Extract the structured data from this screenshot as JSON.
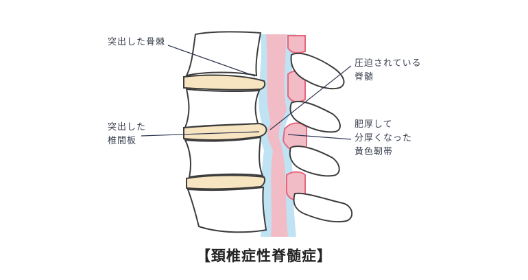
{
  "labels": {
    "osteophyte": "突出した骨棘",
    "disc_line1": "突出した",
    "disc_line2": "椎間板",
    "cord_line1": "圧迫されている",
    "cord_line2": "脊髄",
    "ligament_line1": "肥厚して",
    "ligament_line2": "分厚くなった",
    "ligament_line3": "黄色靭帯"
  },
  "title": "【頚椎症性脊髄症】",
  "colors": {
    "bone_outline": "#3c3c3c",
    "disc": "#f7e4c0",
    "spinal_cord": "#f2bcc6",
    "csf": "#bfe3f3",
    "ligament_edge": "#e8657c",
    "leader_line": "#2e3450"
  }
}
